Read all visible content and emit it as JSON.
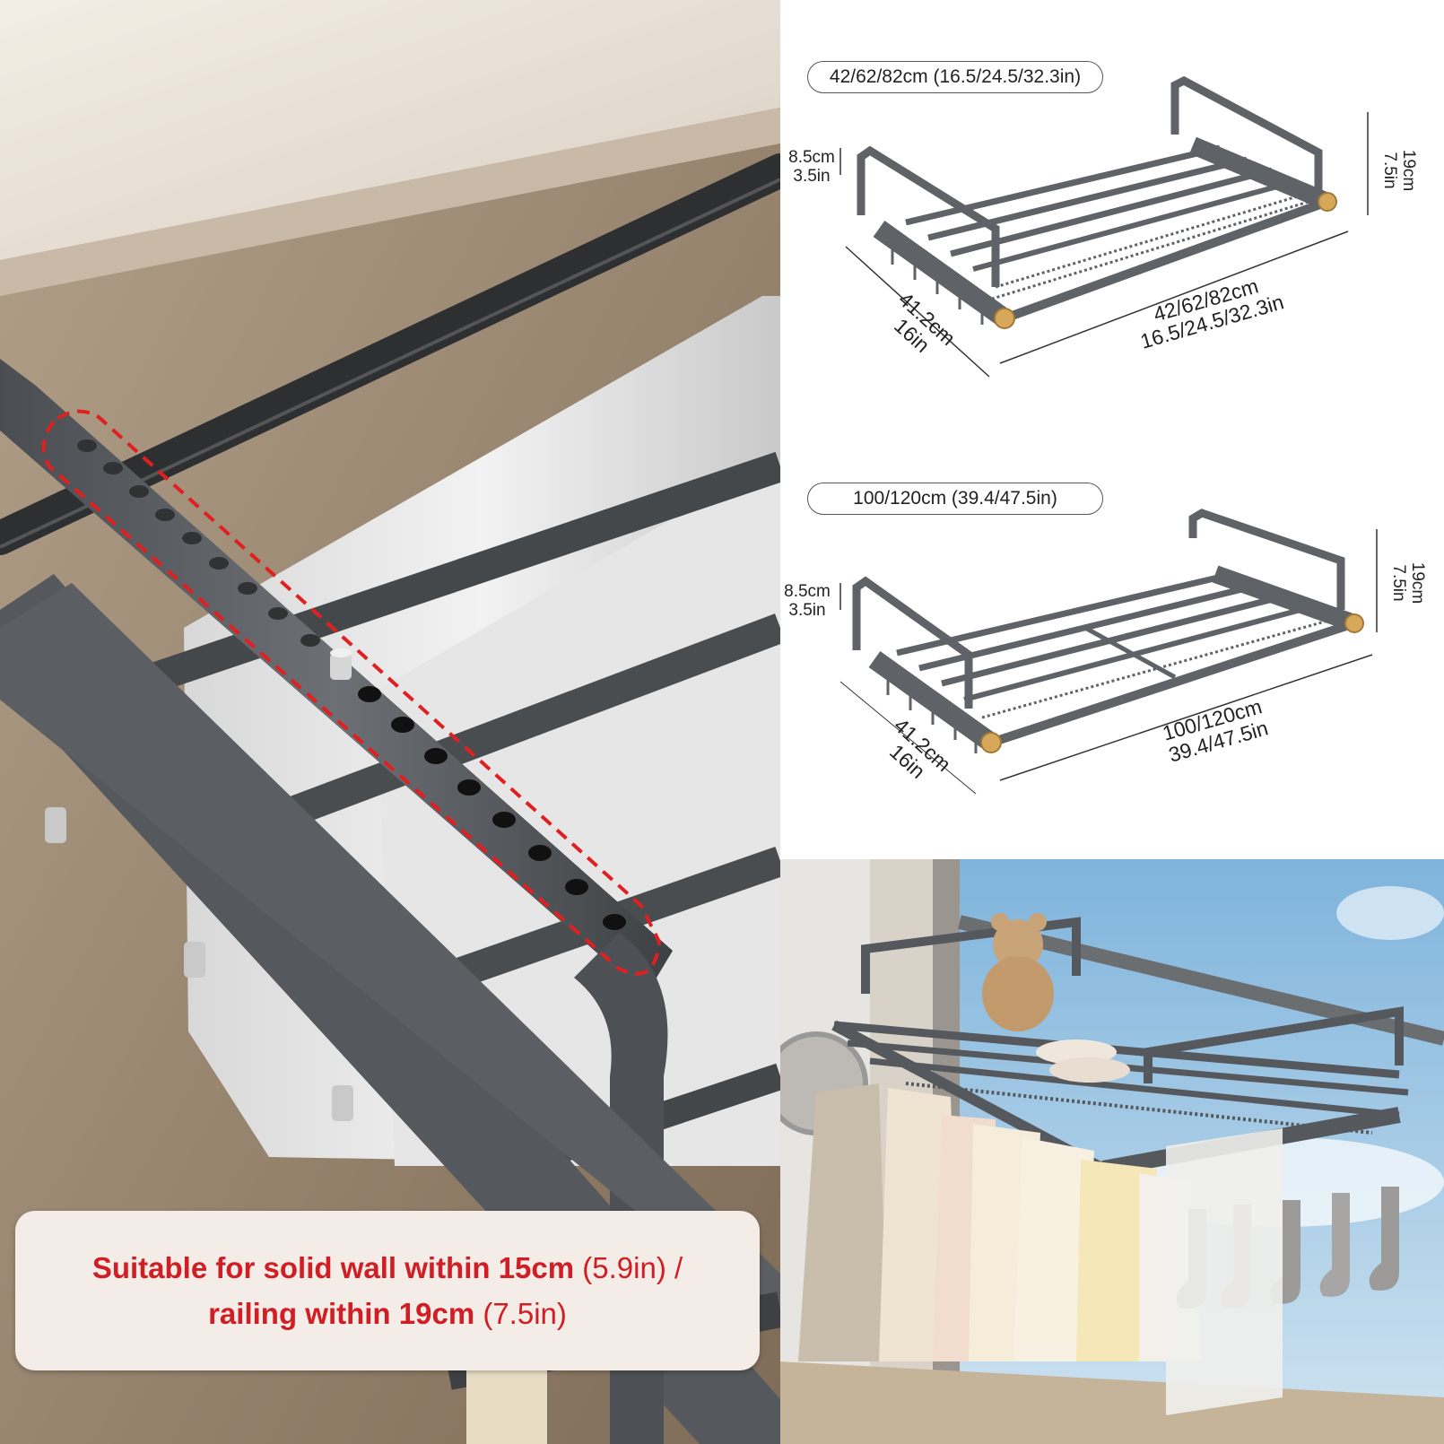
{
  "diagram_top": {
    "size_label": "42/62/82cm (16.5/24.5/32.3in)",
    "hook_height": [
      "8.5cm",
      "3.5in"
    ],
    "railing_depth": [
      "19cm",
      "7.5in"
    ],
    "width": [
      "41.2cm",
      "16in"
    ],
    "length": [
      "42/62/82cm",
      "16.5/24.5/32.3in"
    ]
  },
  "diagram_bottom": {
    "size_label": "100/120cm (39.4/47.5in)",
    "hook_height": [
      "8.5cm",
      "3.5in"
    ],
    "railing_depth": [
      "19cm",
      "7.5in"
    ],
    "width": [
      "41.2cm",
      "16in"
    ],
    "length": [
      "100/120cm",
      "39.4/47.5in"
    ]
  },
  "caption": {
    "line1_bold": "Suitable for solid wall within 15cm",
    "line1_rest": " (5.9in) /",
    "line2_bold": "railing within 19cm",
    "line2_rest": " (7.5in)"
  },
  "colors": {
    "caption_text": "#d01e24",
    "caption_bg": "#f4ece6",
    "rack_gray": "#5f6266",
    "highlight_dash": "#e02020"
  },
  "icons": [
    "adjustment-hole-icon",
    "locking-pin-icon",
    "clip-icon"
  ]
}
